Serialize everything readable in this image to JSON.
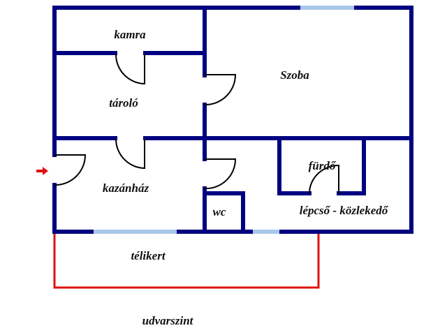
{
  "colors": {
    "wall": "#000080",
    "window": "#a8c8ea",
    "outline": "#e01010",
    "door": "#000000"
  },
  "rooms": {
    "kamra": "kamra",
    "tarolo": "tároló",
    "szoba": "Szoba",
    "kazanhaz": "kazánház",
    "wc": "wc",
    "furdo": "fürdő",
    "lepcso": "lépcső - közlekedő",
    "telikert": "télikert"
  },
  "level": "udvarszint",
  "icons": {
    "entrance": "entrance-arrow-icon"
  }
}
